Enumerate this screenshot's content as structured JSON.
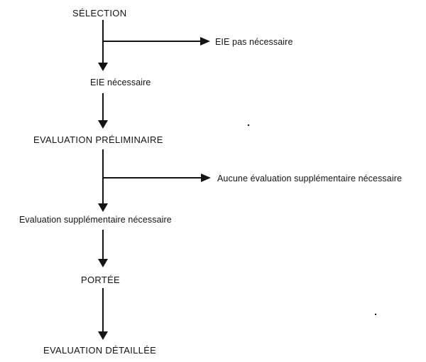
{
  "colors": {
    "background": "#ffffff",
    "ink": "#141414"
  },
  "nodes": {
    "selection": "SÉLECTION",
    "eie_pas_necessaire": "EIE pas nécessaire",
    "eie_necessaire": "EIE nécessaire",
    "evaluation_preliminaire": "EVALUATION PRÉLIMINAIRE",
    "aucune_evaluation_supplementaire_necessaire": "Aucune évaluation supplémentaire nécessaire",
    "evaluation_supplementaire_necessaire": "Evaluation supplémentaire nécessaire",
    "portee": "PORTÉE",
    "evaluation_detaillee": "EVALUATION DÉTAILLÉE"
  }
}
